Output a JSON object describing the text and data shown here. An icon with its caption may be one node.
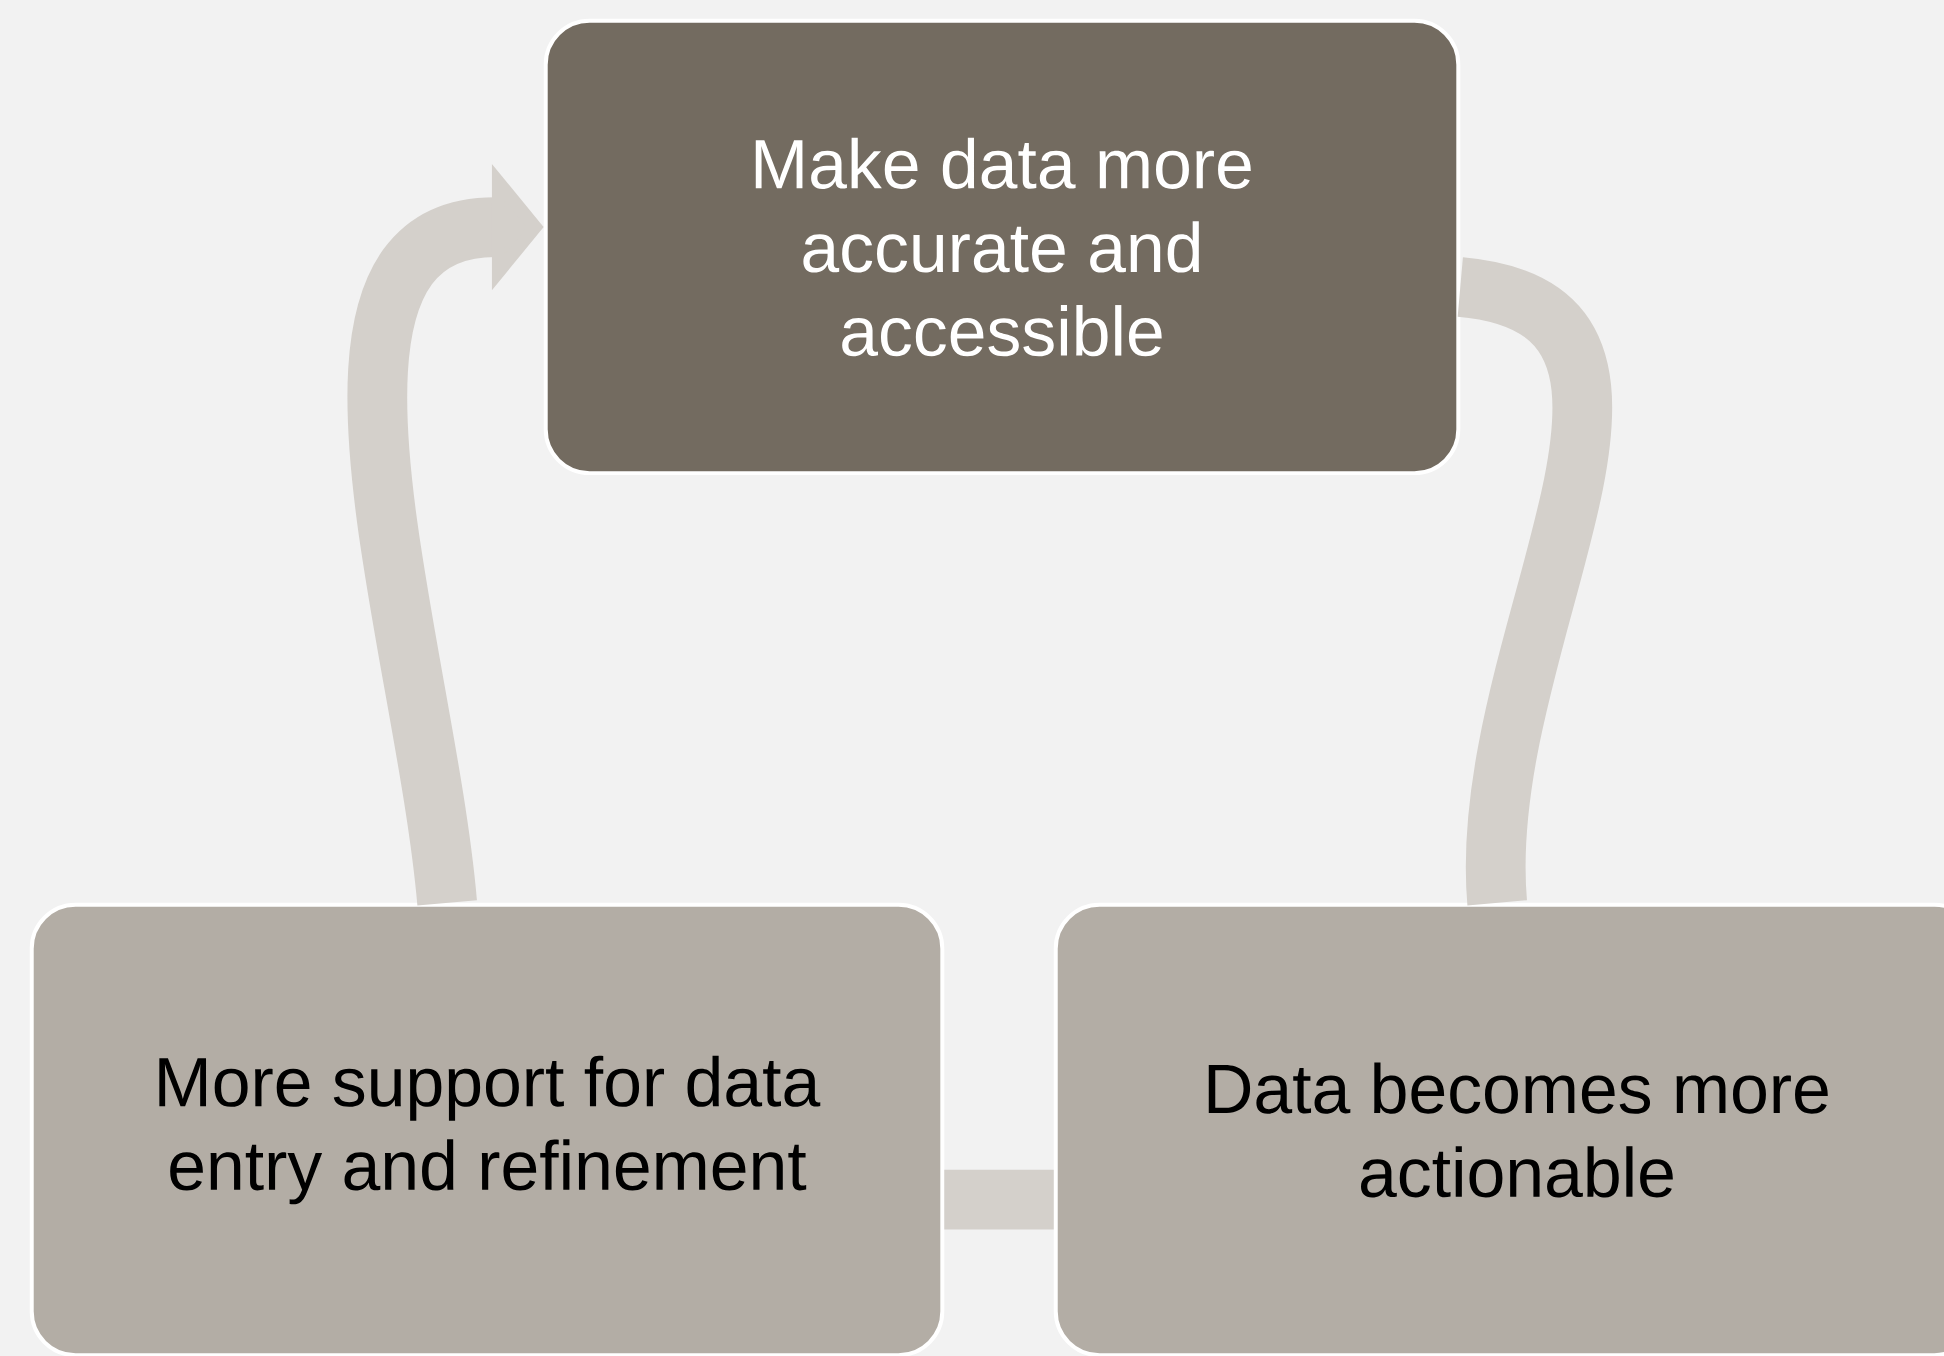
{
  "diagram": {
    "nodes": [
      {
        "text": [
          "Make data more accurate and accessible"
        ]
      },
      {
        "text": [
          "More support for data entry and refinement"
        ]
      },
      {
        "text": [
          "Data becomes more actionable"
        ]
      }
    ],
    "edges": [
      {
        "from": 0,
        "to": 2,
        "arrow": "none"
      },
      {
        "from": 2,
        "to": 1,
        "arrow": "none"
      },
      {
        "from": 1,
        "to": 0,
        "arrow": "to"
      }
    ]
  }
}
